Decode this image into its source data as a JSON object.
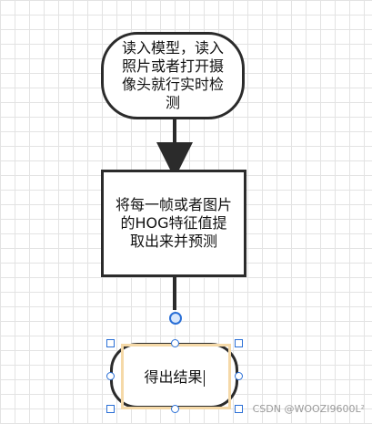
{
  "diagram": {
    "start_node": {
      "text": "读入模型，读入照片或者打开摄像头就行实时检测"
    },
    "process_node": {
      "text": "将每一帧或者图片的HOG特征值提取出来并预测"
    },
    "end_node": {
      "text": "得出结果"
    },
    "colors": {
      "stroke": "#2b2b2b",
      "selection": "#2a6fd6",
      "selection_halo": "#f5d9a8"
    }
  },
  "watermark": {
    "text": "CSDN @WOOZI9600L²"
  }
}
